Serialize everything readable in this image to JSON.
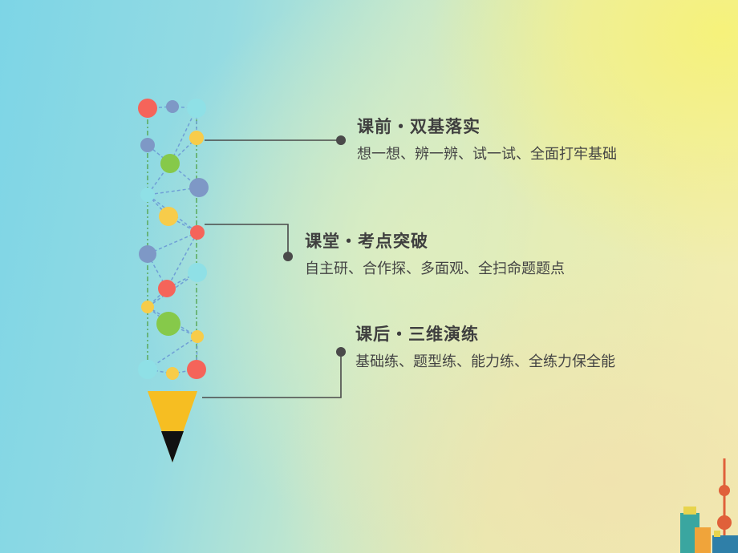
{
  "sections": [
    {
      "title": "课前・双基落实",
      "subtitle": "想一想、辨一辨、试一试、全面打牢基础"
    },
    {
      "title": "课堂・考点突破",
      "subtitle": "自主研、合作探、多面观、全扫命题题点"
    },
    {
      "title": "课后・三维演练",
      "subtitle": "基础练、题型练、能力练、全练力保全能"
    }
  ],
  "colors": {
    "connector_line": "#4a4a4a",
    "bead_red": "#f5645a",
    "bead_blue": "#7e98c6",
    "bead_cyan": "#8fe0e6",
    "bead_yellow": "#f7cc4a",
    "bead_green": "#86c94a",
    "pencil_wood": "#f6be22",
    "pencil_tip": "#111111"
  },
  "icons": [
    "pencil-icon",
    "city-skyline-icon",
    "connector-dot-icon"
  ]
}
